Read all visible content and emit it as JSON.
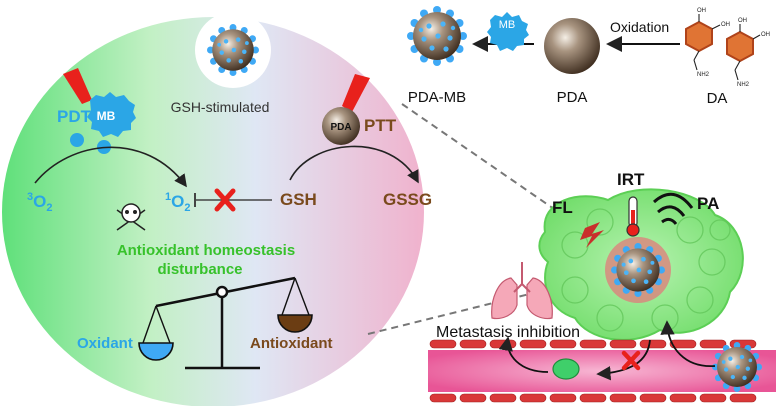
{
  "synthesis": {
    "product": "PDA-MB",
    "intermediate": "PDA",
    "precursor": "DA",
    "step_label": "Oxidation",
    "loading_badge": "MB",
    "dopamine_oh_top": "OH",
    "dopamine_oh_side": "OH",
    "dopamine_amine": "NH2"
  },
  "mechanism": {
    "trigger_label": "GSH-stimulated",
    "pdt_label": "PDT",
    "mb_badge": "MB",
    "ptt_label": "PTT",
    "pda_badge": "PDA",
    "triplet_oxygen": {
      "sup": "3",
      "base": "O",
      "sub": "2"
    },
    "singlet_oxygen": {
      "sup": "1",
      "base": "O",
      "sub": "2"
    },
    "gsh": "GSH",
    "gssg": "GSSG",
    "outcome_line1": "Antioxidant homeostasis",
    "outcome_line2": "disturbance",
    "balance_left": "Oxidant",
    "balance_right": "Antioxidant"
  },
  "tumor": {
    "imaging_fl": "FL",
    "imaging_irt": "IRT",
    "imaging_pa": "PA",
    "metastasis_label": "Metastasis inhibition"
  },
  "colors": {
    "pdt_blue": "#2ba6e6",
    "gsh_brown": "#7a4a1d",
    "green_text": "#37c22b",
    "cross_red": "#e8211c",
    "tumor_green": "#8fe88a",
    "vessel_pink": "#f06aa3"
  }
}
